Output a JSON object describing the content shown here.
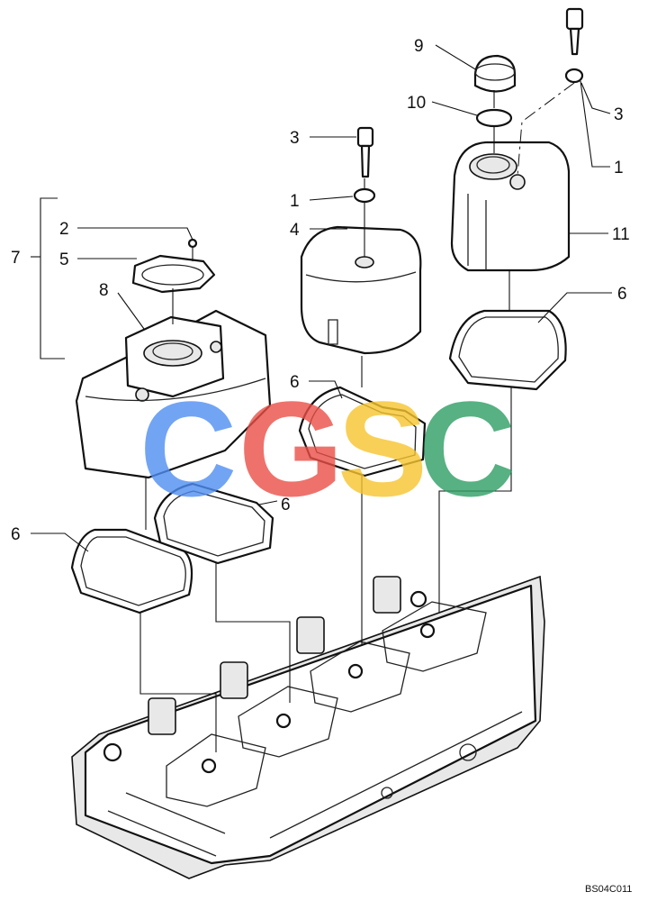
{
  "diagram": {
    "callouts": [
      {
        "id": "c9",
        "text": "9"
      },
      {
        "id": "c10",
        "text": "10"
      },
      {
        "id": "c3r",
        "text": "3"
      },
      {
        "id": "c1r",
        "text": "1"
      },
      {
        "id": "c11",
        "text": "11"
      },
      {
        "id": "c6r",
        "text": "6"
      },
      {
        "id": "c3m",
        "text": "3"
      },
      {
        "id": "c1m",
        "text": "1"
      },
      {
        "id": "c4",
        "text": "4"
      },
      {
        "id": "c6m",
        "text": "6"
      },
      {
        "id": "c2",
        "text": "2"
      },
      {
        "id": "c5",
        "text": "5"
      },
      {
        "id": "c7",
        "text": "7"
      },
      {
        "id": "c8",
        "text": "8"
      },
      {
        "id": "c6c",
        "text": "6"
      },
      {
        "id": "c6l",
        "text": "6"
      }
    ],
    "drawing_code": "BS04C011",
    "watermark": {
      "letters": [
        "C",
        "G",
        "S",
        "C"
      ],
      "colors": [
        "#4f8ef2",
        "#ea4f47",
        "#f7c52f",
        "#2e9e63"
      ]
    }
  }
}
